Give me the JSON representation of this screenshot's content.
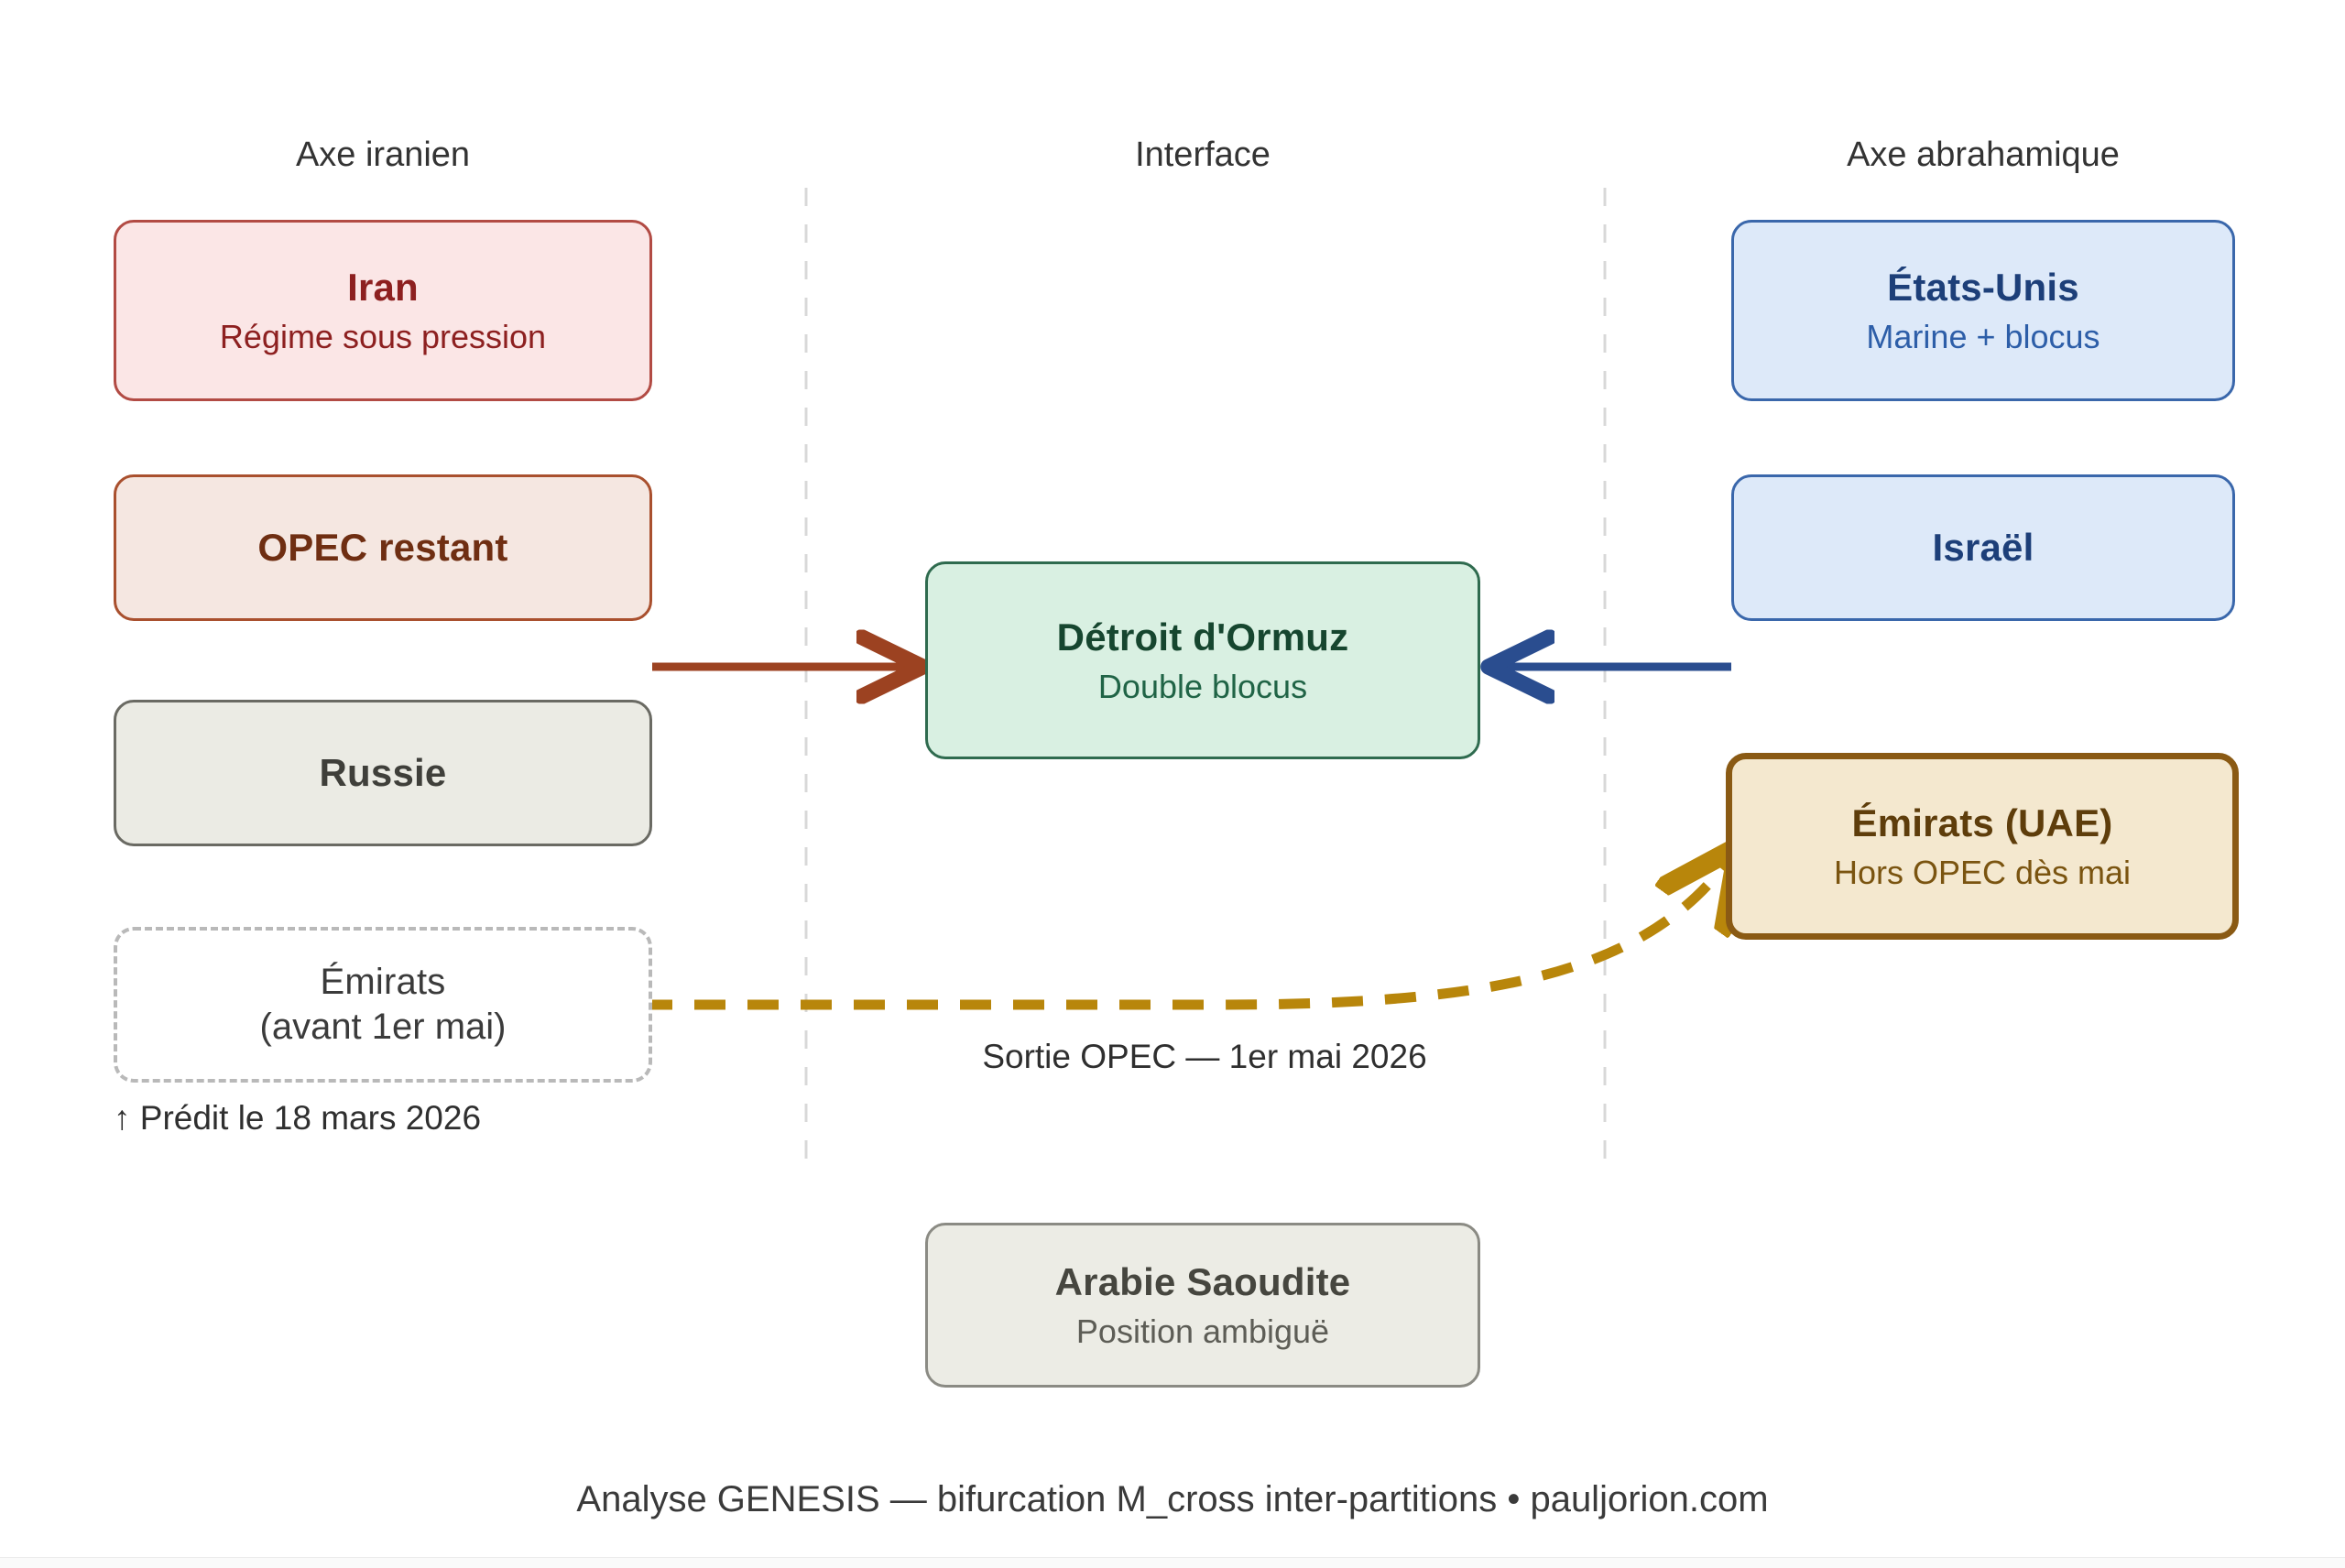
{
  "columns": [
    {
      "id": "iranien",
      "label": "Axe iranien"
    },
    {
      "id": "interface",
      "label": "Interface"
    },
    {
      "id": "abrahamique",
      "label": "Axe abrahamique"
    }
  ],
  "nodes": [
    {
      "id": "iran",
      "title": "Iran",
      "sub": "Régime sous pression",
      "column": "iranien",
      "fill": "#fbe6e6",
      "border": "#b24b44",
      "text": "#8d2020"
    },
    {
      "id": "opec",
      "title": "OPEC restant",
      "sub": "",
      "column": "iranien",
      "fill": "#f5e7e1",
      "border": "#a9502e",
      "text": "#6f2e12"
    },
    {
      "id": "russie",
      "title": "Russie",
      "sub": "",
      "column": "iranien",
      "fill": "#ebebe4",
      "border": "#6a6a63",
      "text": "#3f3f3a"
    },
    {
      "id": "uae_before",
      "title": "Émirats",
      "sub": "(avant 1er mai)",
      "column": "iranien",
      "fill": "#ffffff",
      "border": "#b9b9b9",
      "text": "#3b3b3b",
      "style": "dashed"
    },
    {
      "id": "ormuz",
      "title": "Détroit d'Ormuz",
      "sub": "Double blocus",
      "column": "interface",
      "fill": "#d9f0e2",
      "border": "#2f6b4f",
      "text": "#16462f"
    },
    {
      "id": "ksa",
      "title": "Arabie Saoudite",
      "sub": "Position ambiguë",
      "column": "interface",
      "fill": "#ecece5",
      "border": "#8b8b84",
      "text": "#46463f"
    },
    {
      "id": "usa",
      "title": "États-Unis",
      "sub": "Marine + blocus",
      "column": "abrahamique",
      "fill": "#dde9f9",
      "border": "#3a67ab",
      "text": "#1d3f79"
    },
    {
      "id": "israel",
      "title": "Israël",
      "sub": "",
      "column": "abrahamique",
      "fill": "#dde9f9",
      "border": "#3a67ab",
      "text": "#1d3f79"
    },
    {
      "id": "uae_after",
      "title": "Émirats (UAE)",
      "sub": "Hors OPEC dès mai",
      "column": "abrahamique",
      "fill": "#f4e8cf",
      "border": "#8a5a14",
      "text": "#5e3d0b"
    }
  ],
  "edges": [
    {
      "id": "opec-to-ormuz",
      "from": "opec",
      "to": "ormuz",
      "color": "#9c4221",
      "style": "solid",
      "label": ""
    },
    {
      "id": "israel-to-ormuz",
      "from": "israel",
      "to": "ormuz",
      "color": "#2a4d8f",
      "style": "solid",
      "label": ""
    },
    {
      "id": "uae-transition",
      "from": "uae_before",
      "to": "uae_after",
      "color": "#b8860b",
      "style": "dashed",
      "label": "Sortie OPEC — 1er mai 2026"
    }
  ],
  "annotations": {
    "prediction_note": "↑ Prédit le 18 mars 2026",
    "edge_label_uae": "Sortie OPEC — 1er mai 2026"
  },
  "footer": {
    "text": "Analyse GENESIS — bifurcation M_cross inter-partitions • pauljorion.com"
  }
}
